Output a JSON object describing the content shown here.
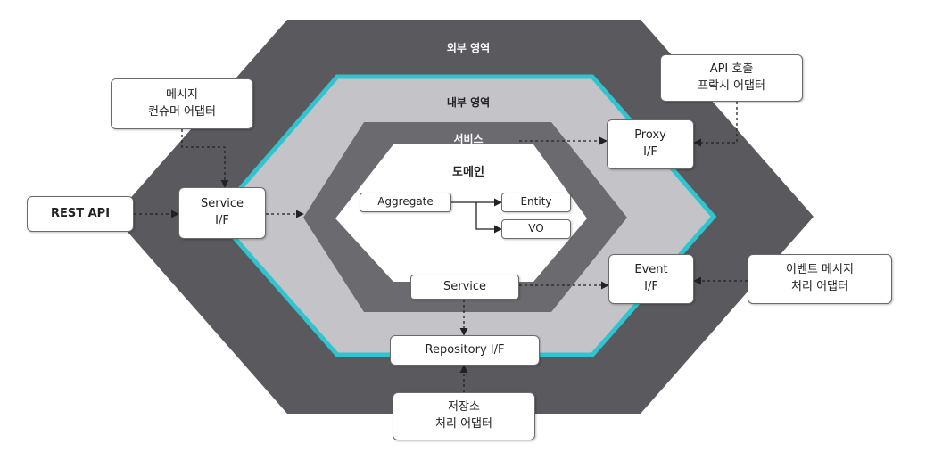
{
  "zones": {
    "outer": "외부 영역",
    "inner": "내부 영역",
    "service_ring": "서비스",
    "domain": "도메인"
  },
  "boxes": {
    "message_consumer": "메시지\n컨슈머 어댑터",
    "api_proxy": "API 호출\n프락시 어댑터",
    "rest_api": "REST API",
    "service_if": "Service\nI/F",
    "proxy_if": "Proxy\nI/F",
    "event_if": "Event\nI/F",
    "event_adapter": "이벤트 메시지\n처리 어댑터",
    "repository_if": "Repository I/F",
    "storage_adapter": "저장소\n처리 어댑터",
    "aggregate": "Aggregate",
    "entity": "Entity",
    "vo": "VO",
    "service": "Service"
  },
  "colors": {
    "outer_hex": "#5a5a5e",
    "inner_hex": "#c4c4c8",
    "inner_border": "#2fc4cf",
    "service_ring": "#6b6b6f",
    "domain_hex": "#ffffff"
  }
}
